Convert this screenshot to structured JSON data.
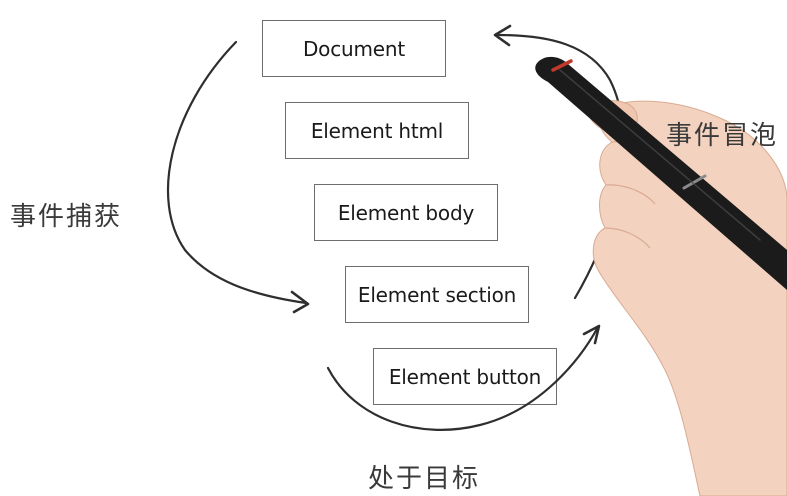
{
  "elements": [
    {
      "label": "Document"
    },
    {
      "label": "Element html"
    },
    {
      "label": "Element body"
    },
    {
      "label": "Element section"
    },
    {
      "label": "Element button"
    }
  ],
  "labels": {
    "capture": "事件捕获",
    "bubble": "事件冒泡",
    "target": "处于目标"
  },
  "colors": {
    "ink": "#2e2e2e",
    "box_border": "#6e6e6e",
    "skin": "#f3d2bf",
    "pen": "#1b1b1b",
    "pen_accent": "#c0392b"
  }
}
